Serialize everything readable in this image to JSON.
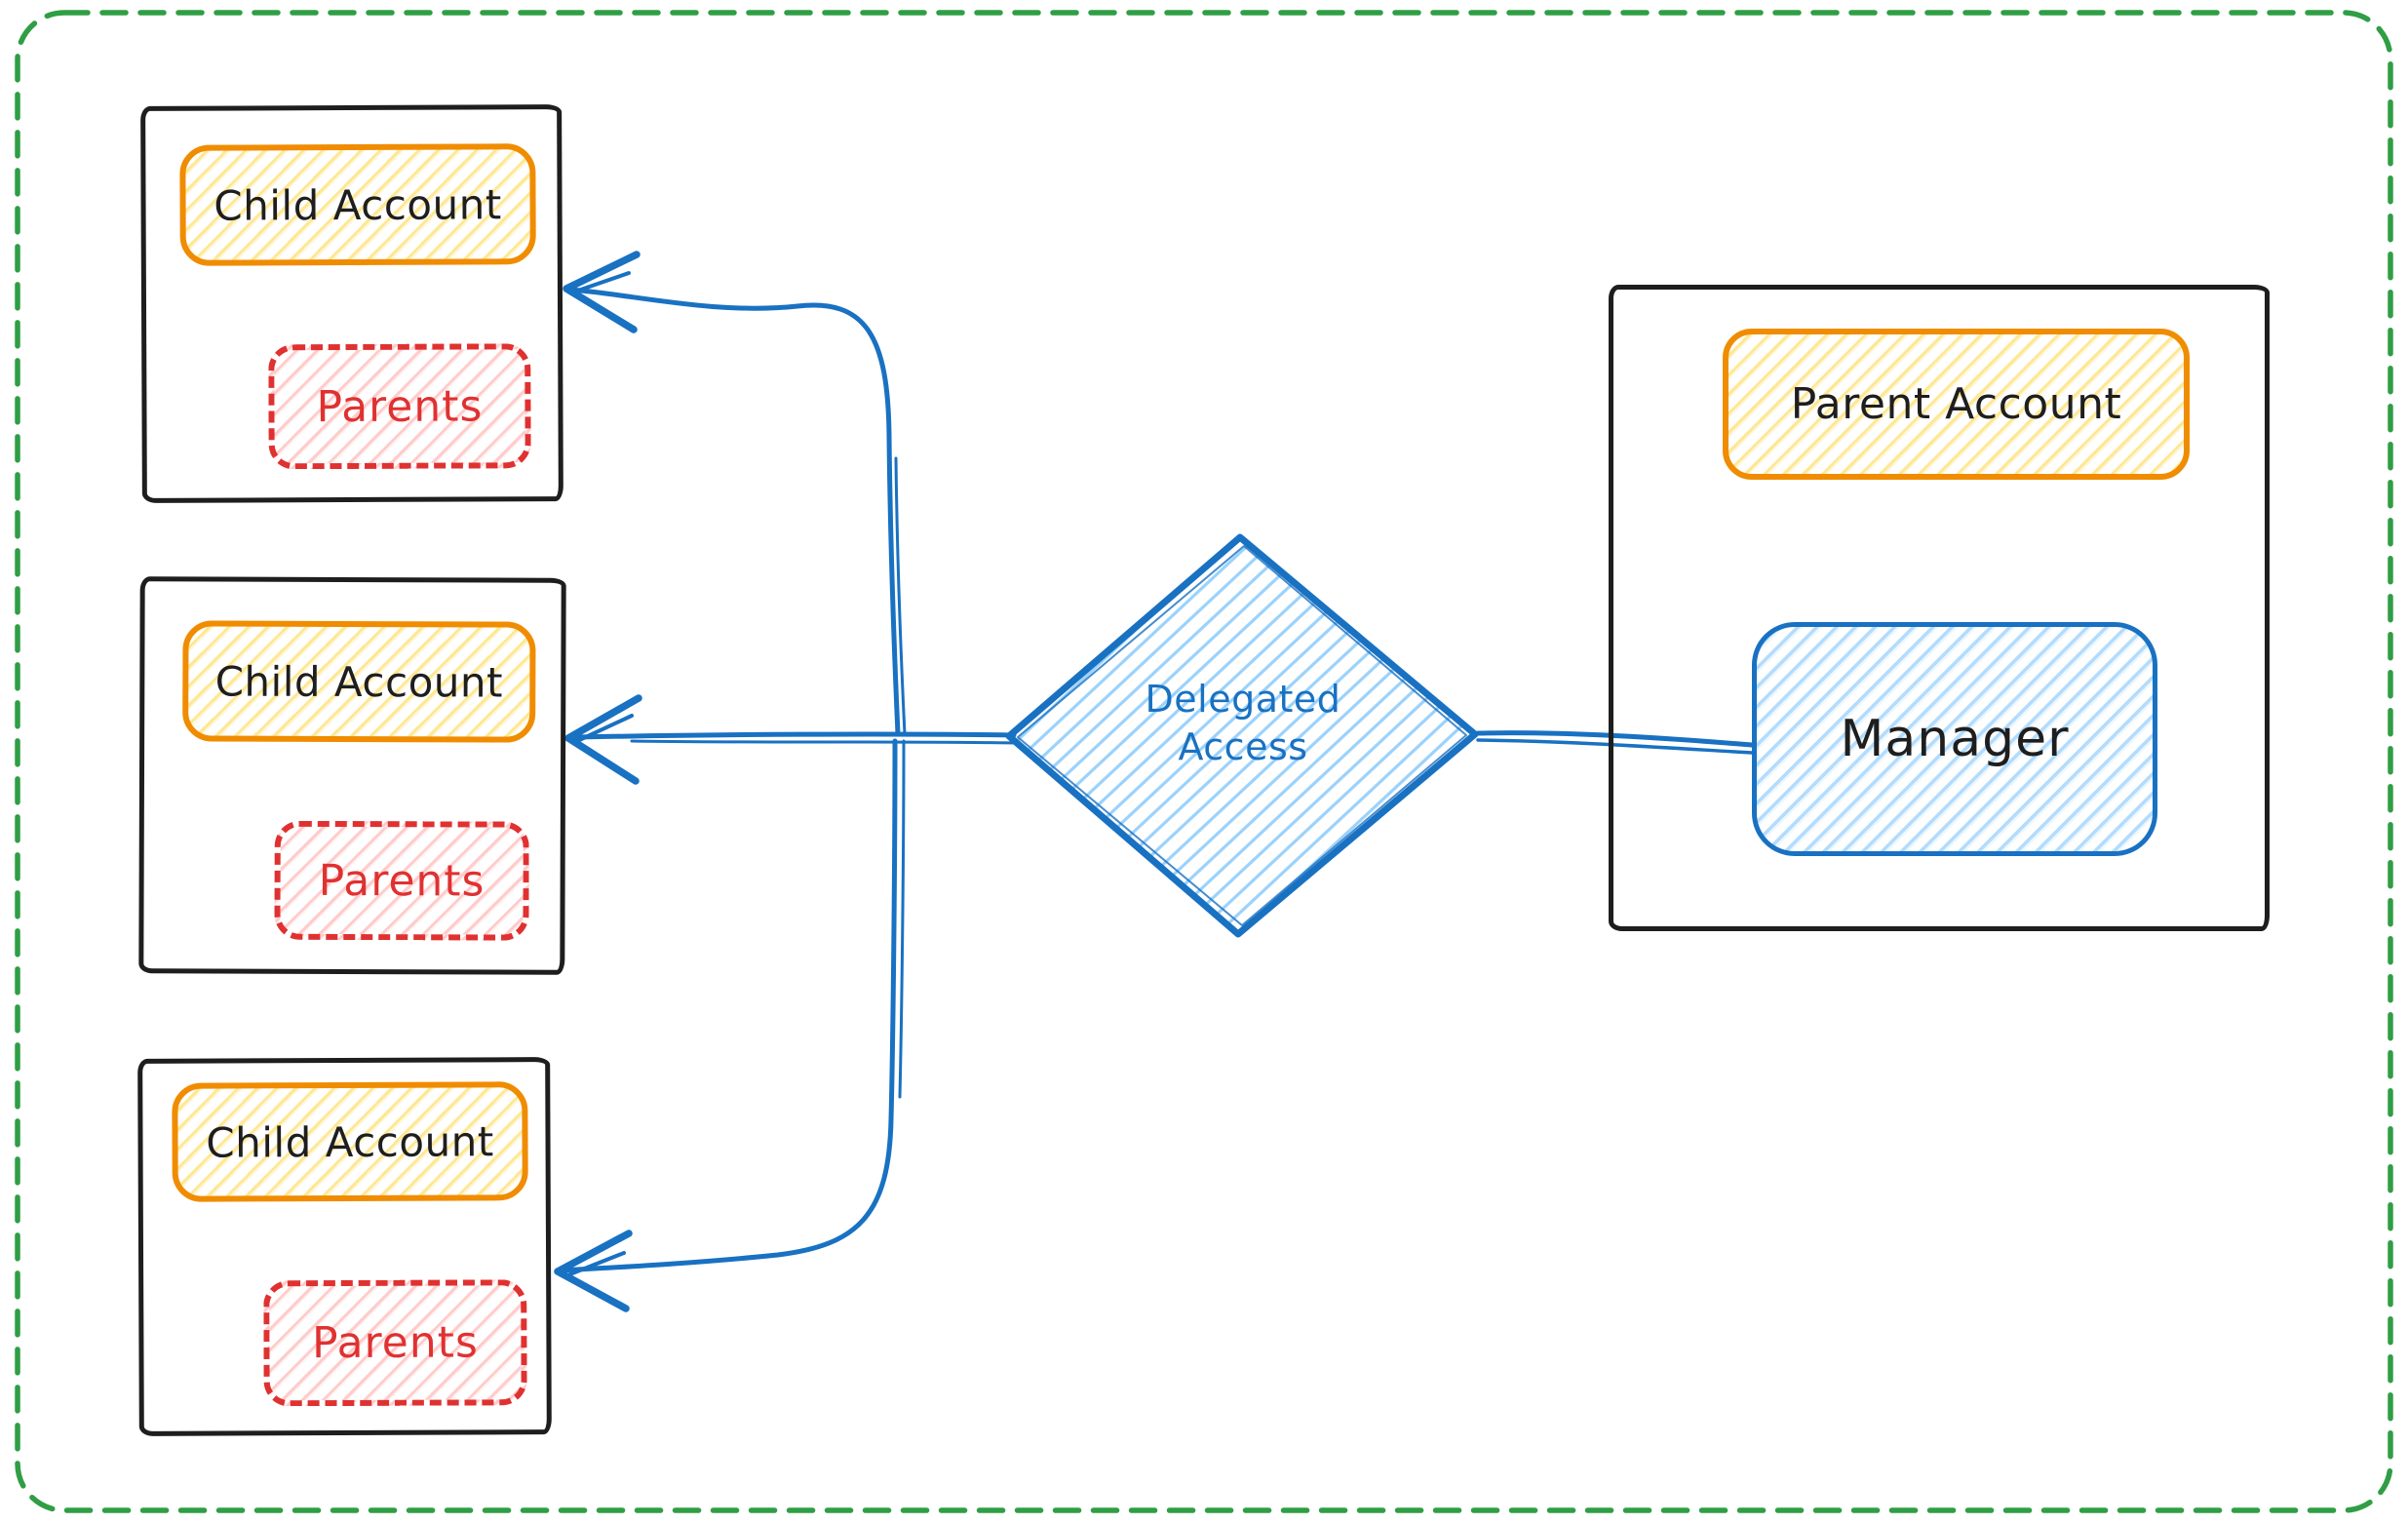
{
  "diagram": {
    "frame": {
      "border_color": "#2f9e44",
      "style": "dashed-rounded"
    },
    "child_boxes": [
      {
        "title": "Child Account",
        "badge": "Parents"
      },
      {
        "title": "Child Account",
        "badge": "Parents"
      },
      {
        "title": "Child Account",
        "badge": "Parents"
      }
    ],
    "parent_box": {
      "title": "Parent Account",
      "manager_label": "Manager"
    },
    "decision": {
      "label": "Delegated Access"
    },
    "connections": [
      {
        "from": "Manager",
        "via": "Delegated Access",
        "to": "Child Account 1"
      },
      {
        "from": "Manager",
        "via": "Delegated Access",
        "to": "Child Account 2"
      },
      {
        "from": "Manager",
        "via": "Delegated Access",
        "to": "Child Account 3"
      }
    ],
    "colors": {
      "black_stroke": "#1e1e1e",
      "orange": "#f08c00",
      "yellow_hatch": "#ffd43b",
      "red": "#e03131",
      "pink_hatch": "#ffc9c9",
      "blue": "#1971c2",
      "light_blue_hatch": "#a5d8ff",
      "green": "#2f9e44",
      "background": "#ffffff"
    }
  }
}
